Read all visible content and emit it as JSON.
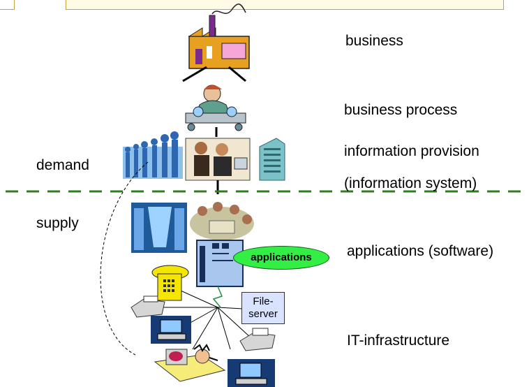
{
  "layers": {
    "business": "business",
    "business_process": "business process",
    "information_provision": "information provision",
    "information_system": "(information system)",
    "applications": "applications (software)",
    "it_infrastructure": "IT-infrastructure"
  },
  "sides": {
    "demand": "demand",
    "supply": "supply"
  },
  "tags": {
    "applications_bubble": "applications",
    "fileserver_line1": "File-",
    "fileserver_line2": "server"
  },
  "colors": {
    "divider": "#2e7d1e",
    "applications_bubble": "#33ee44",
    "fileserver_box": "#d9e3ff"
  }
}
